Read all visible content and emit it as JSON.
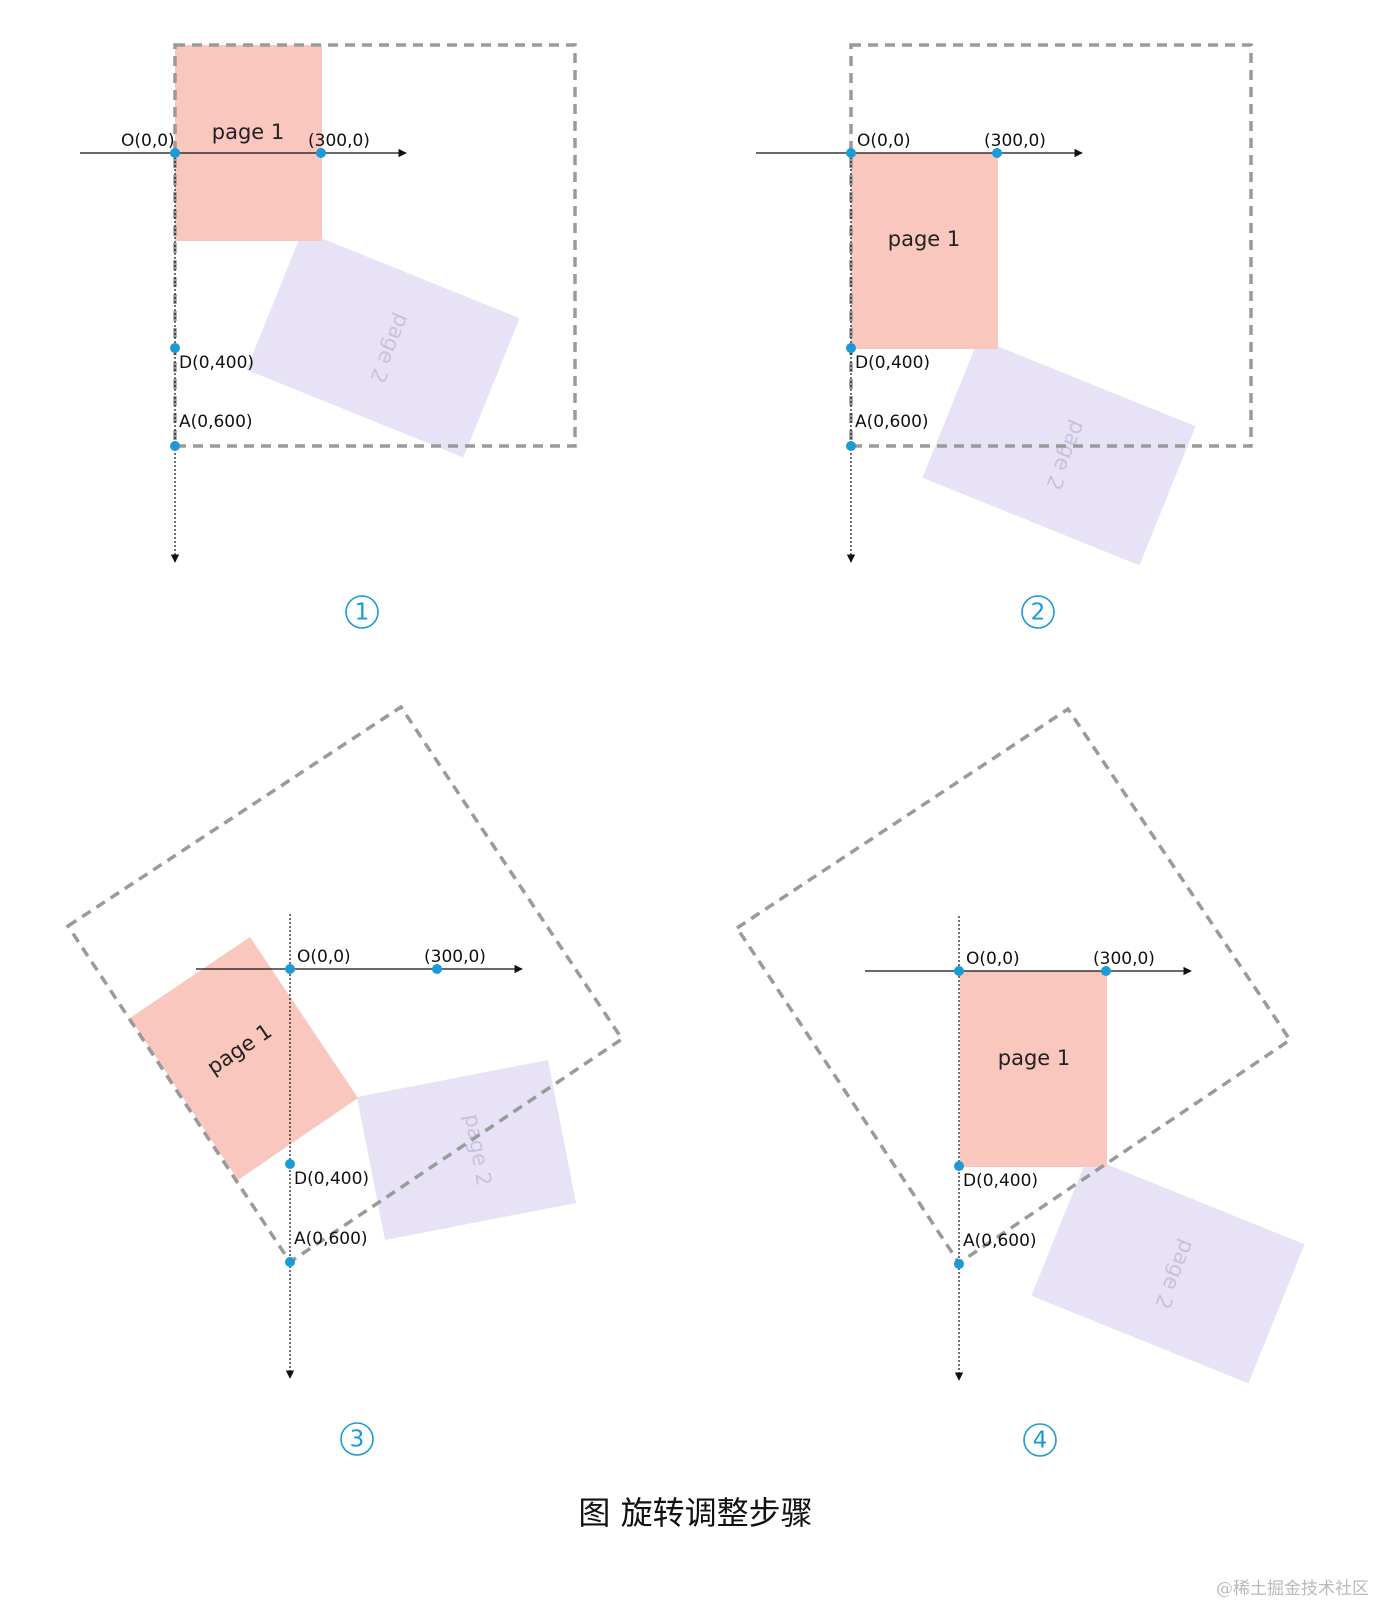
{
  "colors": {
    "page1": "#f9c7bd",
    "page2": "#e7e2f6",
    "frame": "#9a9a9a",
    "point": "#1a9ad6",
    "axis": "#111111",
    "step": "#1a9ad6"
  },
  "labels": {
    "origin": "O(0,0)",
    "x_point": "(300,0)",
    "point_d": "D(0,400)",
    "point_a": "A(0,600)",
    "page1": "page 1",
    "page2": "page 2"
  },
  "steps": [
    {
      "number": "1"
    },
    {
      "number": "2"
    },
    {
      "number": "3"
    },
    {
      "number": "4"
    }
  ],
  "caption": "图 旋转调整步骤",
  "watermark": "@稀土掘金技术社区"
}
